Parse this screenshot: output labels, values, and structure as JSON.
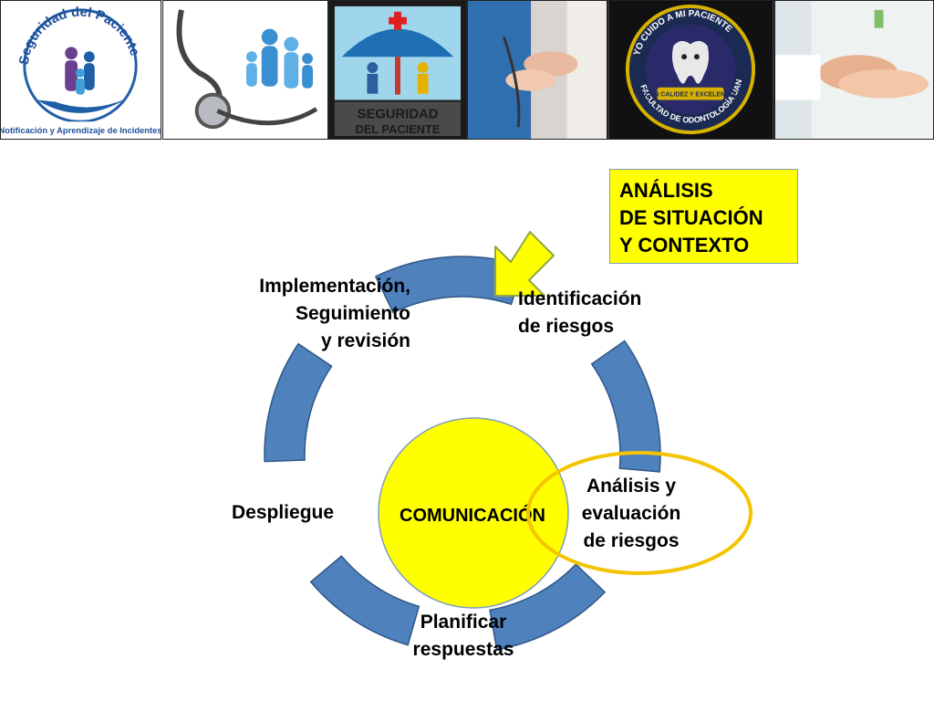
{
  "header_strip": {
    "logo_patient_safety": {
      "arc_text": "Seguridad del Paciente",
      "caption": "Notificación y Aprendizaje de Incidentes"
    },
    "logo_seguridad": {
      "line1": "SEGURIDAD",
      "line2": "DEL PACIENTE"
    },
    "logo_odontologia": {
      "top_text": "YO CUIDO A MI PACIENTE",
      "ribbon": "CON CALIDEZ Y EXCELENCIA",
      "bottom_text": "FACULTAD DE ODONTOLOGÍA UANL"
    }
  },
  "context_box": {
    "lines": [
      "ANÁLISIS",
      "DE SITUACIÓN",
      "Y CONTEXTO"
    ]
  },
  "cycle": {
    "center_label": "COMUNICACIÓN",
    "steps": {
      "identificacion": [
        "Identificación",
        "de riesgos"
      ],
      "analisis": [
        "Análisis y",
        "evaluación",
        "de riesgos"
      ],
      "planificar": [
        "Planificar",
        "respuestas"
      ],
      "despliegue": [
        "Despliegue"
      ],
      "implementacion": [
        "Implementación,",
        "Seguimiento",
        "y revisión"
      ]
    }
  },
  "colors": {
    "arc_fill": "#4f81bd",
    "arc_stroke": "#2f5685",
    "center_fill": "#ffff00",
    "highlight_ring": "#f5c400",
    "arrow_fill": "#ffff00",
    "arrow_stroke": "#8fa845",
    "context_fill": "#ffff00"
  },
  "icons": [
    "stethoscope-family-icon",
    "umbrella-cross-icon",
    "nurse-hands-photo-icon",
    "tooth-character-icon",
    "holding-hands-photo-icon"
  ]
}
